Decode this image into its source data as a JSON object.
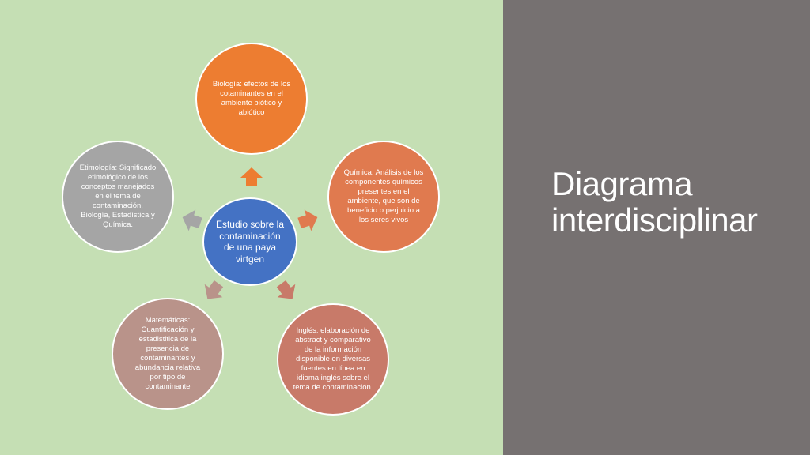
{
  "title": "Diagrama interdisciplinar",
  "colors": {
    "left_background": "#c5dfb4",
    "right_background": "#767171",
    "center": "#4472c4",
    "biologia": "#ed7d31",
    "quimica": "#e07a4f",
    "ingles": "#c87a69",
    "matematicas": "#b9938a",
    "etimologia": "#a5a5a5"
  },
  "diagram": {
    "center": "Estudio sobre la contaminación de una paya virtgen",
    "nodes": [
      {
        "id": "biologia",
        "text": "Biología: efectos de los cotaminantes en el ambiente biótico y abiótico"
      },
      {
        "id": "quimica",
        "text": "Química: Análisis de los componentes químicos presentes en el ambiente, que son de beneficio o perjuicio a los seres vivos"
      },
      {
        "id": "ingles",
        "text": "Inglés: elaboración de abstract y comparativo de la información disponible en diversas fuentes en línea en idioma inglés sobre el tema de contaminación."
      },
      {
        "id": "matematicas",
        "text": "Matemáticas: Cuantificación y estadistitica de la presencia de contaminantes y abundancia relativa por tipo de contaminante"
      },
      {
        "id": "etimologia",
        "text": "Etimología: Significado etimológico de los conceptos manejados en el tema de contaminación, Biología, Estadística y Química."
      }
    ],
    "arrows": [
      {
        "to": "biologia",
        "color": "#ed7d31"
      },
      {
        "to": "quimica",
        "color": "#e07a4f"
      },
      {
        "to": "ingles",
        "color": "#c87a69"
      },
      {
        "to": "matematicas",
        "color": "#b9938a"
      },
      {
        "to": "etimologia",
        "color": "#a5a5a5"
      }
    ]
  }
}
